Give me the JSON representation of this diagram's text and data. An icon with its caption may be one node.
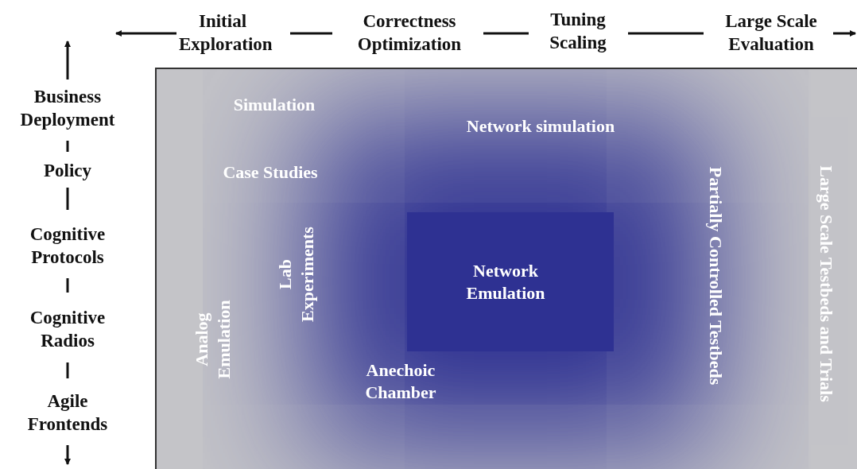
{
  "diagram": {
    "nodes": [
      {
        "text": [
          "Simulation",
          "Network simulation",
          "Case Studies",
          "Lab Experiments",
          "Network Emulation",
          "Analog Emulation",
          "Anechoic Chamber",
          "Partially Controlled Testbeds",
          "Large Scale Testbeds and Trials"
        ]
      }
    ],
    "labels": [
      "Initial Exploration",
      "Correctness Optimization",
      "Tuning Scaling",
      "Large Scale Evaluation",
      "Business Deployment",
      "Policy",
      "Cognitive Protocols",
      "Cognitive Radios",
      "Agile Frontends"
    ]
  }
}
